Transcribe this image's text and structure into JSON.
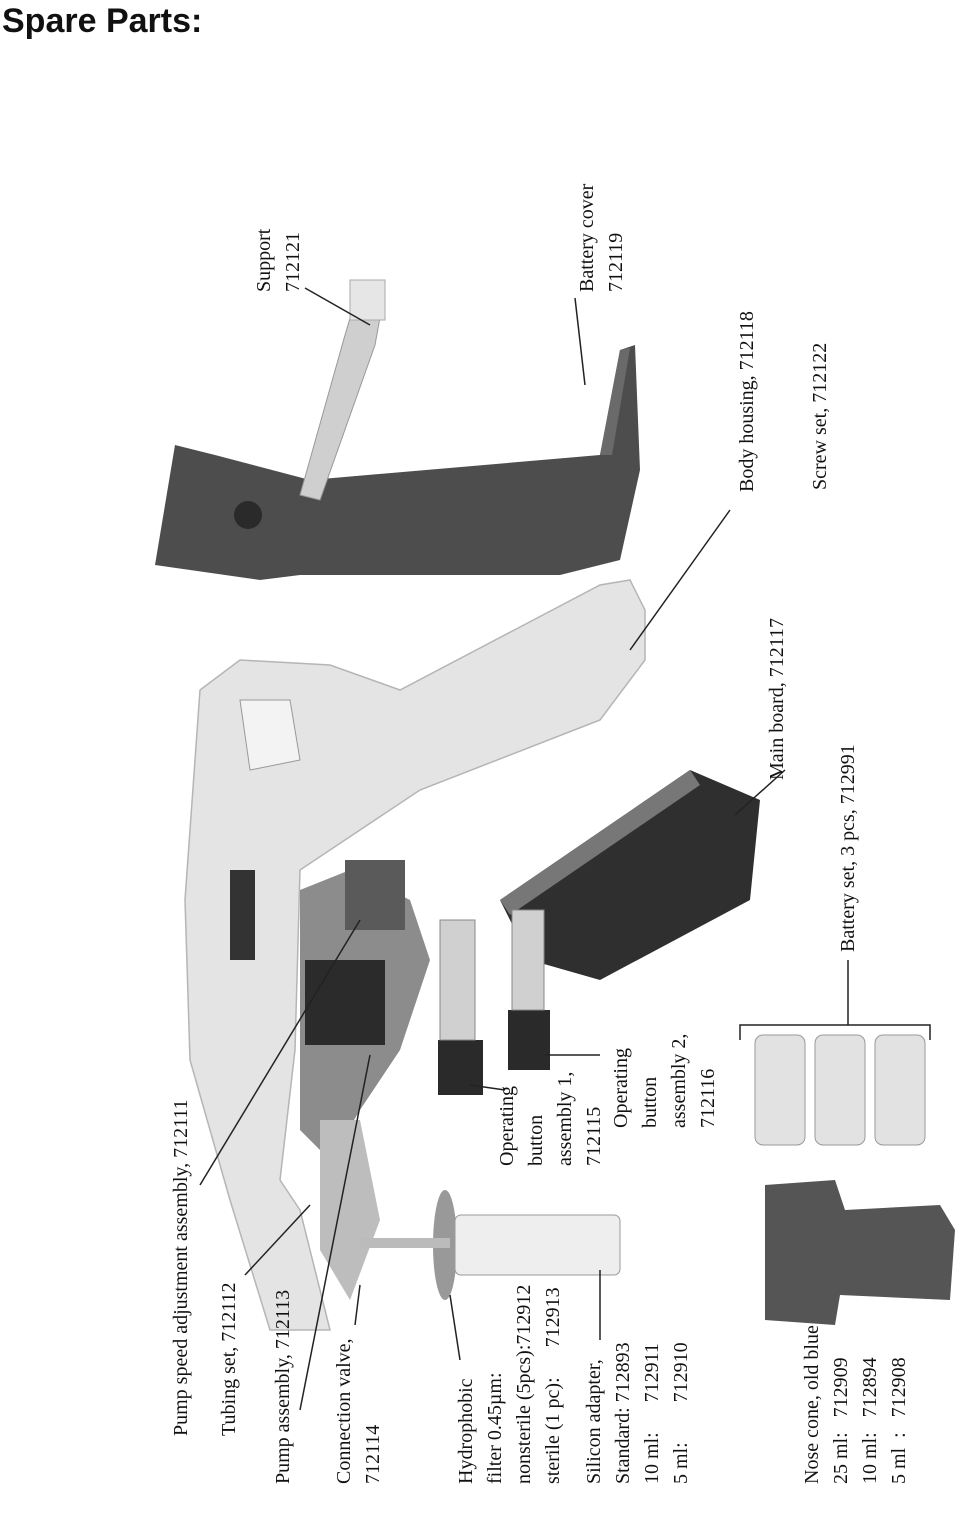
{
  "page_title": "Spare Parts:",
  "labels": {
    "support": "Support\n712121",
    "battery_cover": "Battery cover\n712119",
    "body_housing": "Body housing, 712118",
    "screw_set": "Screw set, 712122",
    "main_board": "Main board, 712117",
    "battery_set": "Battery set, 3 pcs, 712991",
    "pump_speed": "Pump speed adjustment assembly, 712111",
    "tubing_set": "Tubing set, 712112",
    "pump_assembly": "Pump assembly, 712113",
    "connection_valve": "Connection valve,\n712114",
    "hydrophobic_filter": "Hydrophobic\nfilter 0.45µm:\nnonsterile (5pcs):712912\nsterile (1 pc):      712913",
    "operating_button_1": "Operating\nbutton\nassembly 1,\n712115",
    "operating_button_2": "Operating\nbutton\nassembly 2,\n712116",
    "silicon_adapter": "Silicon adapter,\nStandard: 712893\n10 ml:      712911\n5 ml:        712910",
    "nose_cone": "Nose cone, old blue\n25 ml:   712909\n10 ml:   712894\n5 ml  :   712908"
  }
}
